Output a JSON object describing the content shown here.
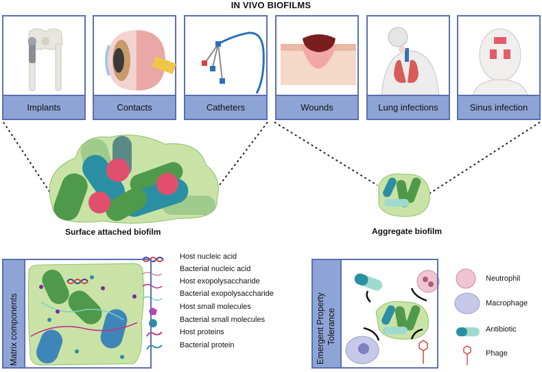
{
  "title": "IN VIVO BIOFILMS",
  "cards": [
    {
      "label": "Implants"
    },
    {
      "label": "Contacts"
    },
    {
      "label": "Catheters"
    },
    {
      "label": "Wounds"
    },
    {
      "label": "Lung infections"
    },
    {
      "label": "Sinus infection"
    }
  ],
  "captions": {
    "surface": "Surface attached biofilm",
    "aggregate": "Aggregate biofilm"
  },
  "matrix": {
    "side_label": "Matrix components",
    "legend": [
      {
        "label": "Host nucleic acid",
        "icon": "dna-helix-icon"
      },
      {
        "label": "Bacterial nucleic acid",
        "icon": "bacterial-nucleic-acid-icon"
      },
      {
        "label": "Host exopolysaccharide",
        "icon": "host-exopolysaccharide-icon"
      },
      {
        "label": "Bacterial exopolysaccharide",
        "icon": "bacterial-exopolysaccharide-icon"
      },
      {
        "label": "Host small molecules",
        "icon": "host-small-molecule-icon"
      },
      {
        "label": "Bacterial small molecules",
        "icon": "bacterial-small-molecule-icon"
      },
      {
        "label": "Host proteins",
        "icon": "host-protein-icon"
      },
      {
        "label": "Bacterial protein",
        "icon": "bacterial-protein-icon"
      }
    ]
  },
  "tolerance": {
    "side_label_1": "Emergent Property",
    "side_label_2": "Tolerance",
    "legend": [
      {
        "label": "Neutrophil",
        "icon": "neutrophil-icon"
      },
      {
        "label": "Macrophage",
        "icon": "macrophage-icon"
      },
      {
        "label": "Antibiotic",
        "icon": "antibiotic-capsule-icon"
      },
      {
        "label": "Phage",
        "icon": "phage-icon"
      }
    ]
  },
  "colors": {
    "frame": "#5a6fb0",
    "label_fill": "#8ea4d6",
    "biofilm_matrix": "#c9e3a6",
    "green_bacteria": "#4f9a4a",
    "teal_bacteria": "#2a8fa3",
    "pink_sphere": "#e0506e"
  }
}
